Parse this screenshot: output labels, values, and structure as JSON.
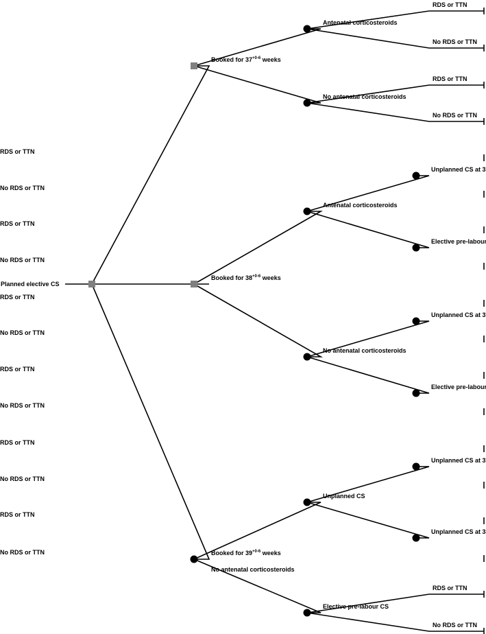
{
  "diagram": {
    "type": "decision-tree",
    "colors": {
      "line": "#000000",
      "decision_node": "#808080",
      "chance_node": "#000000"
    },
    "root": {
      "label": "Planned elective CS",
      "node": "decision",
      "children": [
        {
          "label": "Booked for 37",
          "label_sup": "+0-6",
          "label_suffix": " weeks",
          "node": "decision",
          "children": [
            {
              "label": "Antenatal corticosteroids",
              "node": "chance",
              "children": [
                {
                  "label": "RDS or TTN"
                },
                {
                  "label": "No RDS or TTN"
                }
              ]
            },
            {
              "label": "No antenatal corticosteroids",
              "node": "chance",
              "children": [
                {
                  "label": "RDS or TTN"
                },
                {
                  "label": "No RDS or TTN"
                }
              ]
            }
          ]
        },
        {
          "label": "Booked for 38",
          "label_sup": "+0-6",
          "label_suffix": " weeks",
          "node": "decision",
          "children": [
            {
              "label": "Antenatal corticosteroids",
              "node": "chance",
              "children": [
                {
                  "label": "Unplanned CS at 37",
                  "label_sup": "+0-6",
                  "label_suffix": " weeks",
                  "node": "chance",
                  "children": [
                    {
                      "label": "RDS or TTN"
                    },
                    {
                      "label": "No RDS or TTN"
                    }
                  ]
                },
                {
                  "label": "Elective pre-labour CS",
                  "node": "chance",
                  "children": [
                    {
                      "label": "RDS or TTN"
                    },
                    {
                      "label": "No RDS or TTN"
                    }
                  ]
                }
              ]
            },
            {
              "label": "No antenatal corticosteroids",
              "node": "chance",
              "children": [
                {
                  "label": "Unplanned CS at 37",
                  "label_sup": "+0-6",
                  "label_suffix": " weeks",
                  "node": "chance",
                  "children": [
                    {
                      "label": "RDS or TTN"
                    },
                    {
                      "label": "No RDS or TTN"
                    }
                  ]
                },
                {
                  "label": "Elective pre-labour CS",
                  "node": "chance",
                  "children": [
                    {
                      "label": "RDS or TTN"
                    },
                    {
                      "label": "No RDS or TTN"
                    }
                  ]
                }
              ]
            }
          ]
        },
        {
          "label": "Booked for 39",
          "label_sup": "+0-6",
          "label_suffix": " weeks",
          "label_below": "No antenatal corticosteroids",
          "node": "chance",
          "children": [
            {
              "label": "Unplanned CS",
              "node": "chance",
              "children": [
                {
                  "label": "Unplanned CS at 37",
                  "label_sup": "+0-6",
                  "label_suffix": " weeks",
                  "node": "chance",
                  "children": [
                    {
                      "label": "RDS or TTN"
                    },
                    {
                      "label": "No RDS or TTN"
                    }
                  ]
                },
                {
                  "label": "Unplanned CS at 38",
                  "label_sup": "+0-6",
                  "label_suffix": " weeks",
                  "node": "chance",
                  "children": [
                    {
                      "label": "RDS or TTN"
                    },
                    {
                      "label": "No RDS or TTN"
                    }
                  ]
                }
              ]
            },
            {
              "label": "Elective pre-labour CS",
              "node": "chance",
              "children": [
                {
                  "label": "RDS or TTN"
                },
                {
                  "label": "No RDS or TTN"
                }
              ]
            }
          ]
        }
      ]
    }
  }
}
